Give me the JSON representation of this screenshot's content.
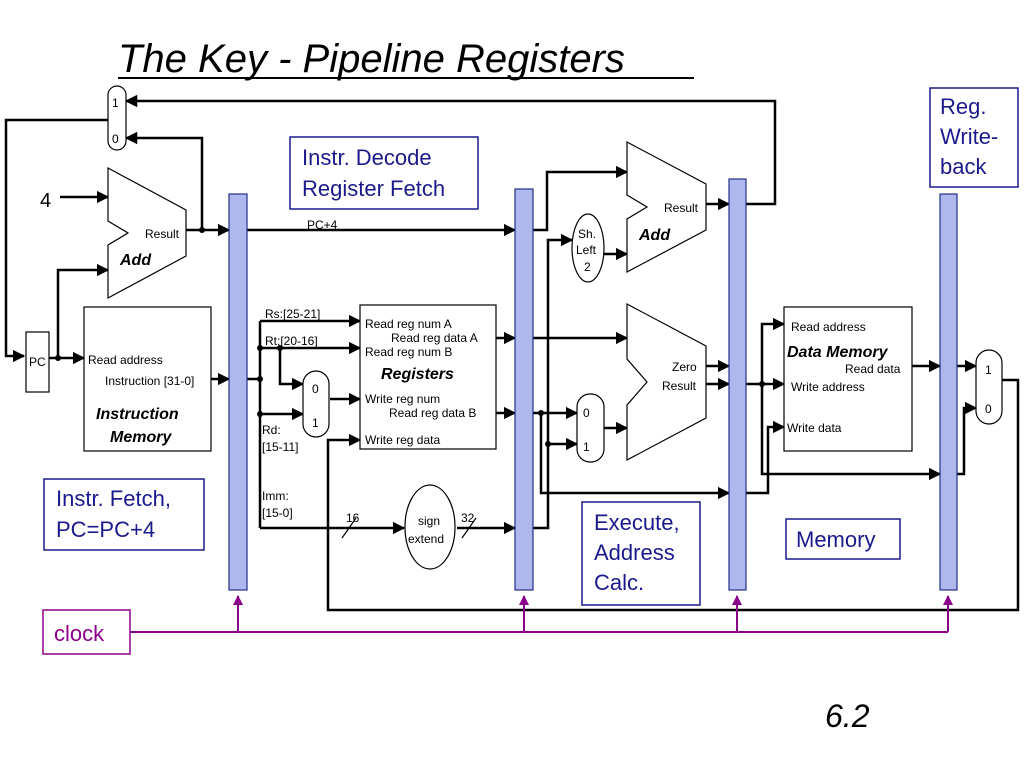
{
  "title": "The Key - Pipeline Registers",
  "page_number": "6.2",
  "stage_labels": {
    "fetch": [
      "Instr. Fetch,",
      "PC=PC+4"
    ],
    "decode": [
      "Instr. Decode",
      "Register Fetch"
    ],
    "execute": [
      "Execute,",
      "Address",
      "Calc."
    ],
    "memory": "Memory",
    "writeback": [
      "Reg.",
      "Write-",
      "back"
    ]
  },
  "clock_label": "clock",
  "mux_pc": {
    "in_top": "1",
    "in_bottom": "0"
  },
  "mux_regdst": {
    "in_top": "0",
    "in_bottom": "1"
  },
  "mux_alusrc": {
    "in_top": "0",
    "in_bottom": "1"
  },
  "mux_wb": {
    "in_top": "1",
    "in_bottom": "0"
  },
  "const_four": "4",
  "adder_pc": {
    "result": "Result",
    "name": "Add"
  },
  "adder_branch": {
    "result": "Result",
    "name": "Add"
  },
  "pc_label": "PC",
  "instr_mem": {
    "read_address": "Read address",
    "instruction": "Instruction [31-0]",
    "name_line1": "Instruction",
    "name_line2": "Memory"
  },
  "pc_plus_4": "PC+4",
  "fields": {
    "rs": "Rs:[25-21]",
    "rt": "Rt:[20-16]",
    "rd_line1": "Rd:",
    "rd_line2": "[15-11]",
    "imm_line1": "Imm:",
    "imm_line2": "[15-0]"
  },
  "registers": {
    "read_reg_num_a": "Read reg num A",
    "read_reg_data_a": "Read reg data A",
    "read_reg_num_b": "Read reg num B",
    "name": "Registers",
    "write_reg_num": "Write reg num",
    "read_reg_data_b": "Read reg data B",
    "write_reg_data": "Write reg data"
  },
  "sign_extend": {
    "line1": "sign",
    "line2": "extend",
    "in_bits": "16",
    "out_bits": "32"
  },
  "shift_left": {
    "line1": "Sh.",
    "line2": "Left",
    "line3": "2"
  },
  "alu": {
    "zero": "Zero",
    "result": "Result"
  },
  "data_mem": {
    "read_address": "Read address",
    "name": "Data Memory",
    "read_data": "Read data",
    "write_address": "Write address",
    "write_data": "Write data"
  },
  "colors": {
    "pipeline_register": "#aeb8ee",
    "stage_text": "#1a1a8c",
    "clock": "#8b008b"
  }
}
